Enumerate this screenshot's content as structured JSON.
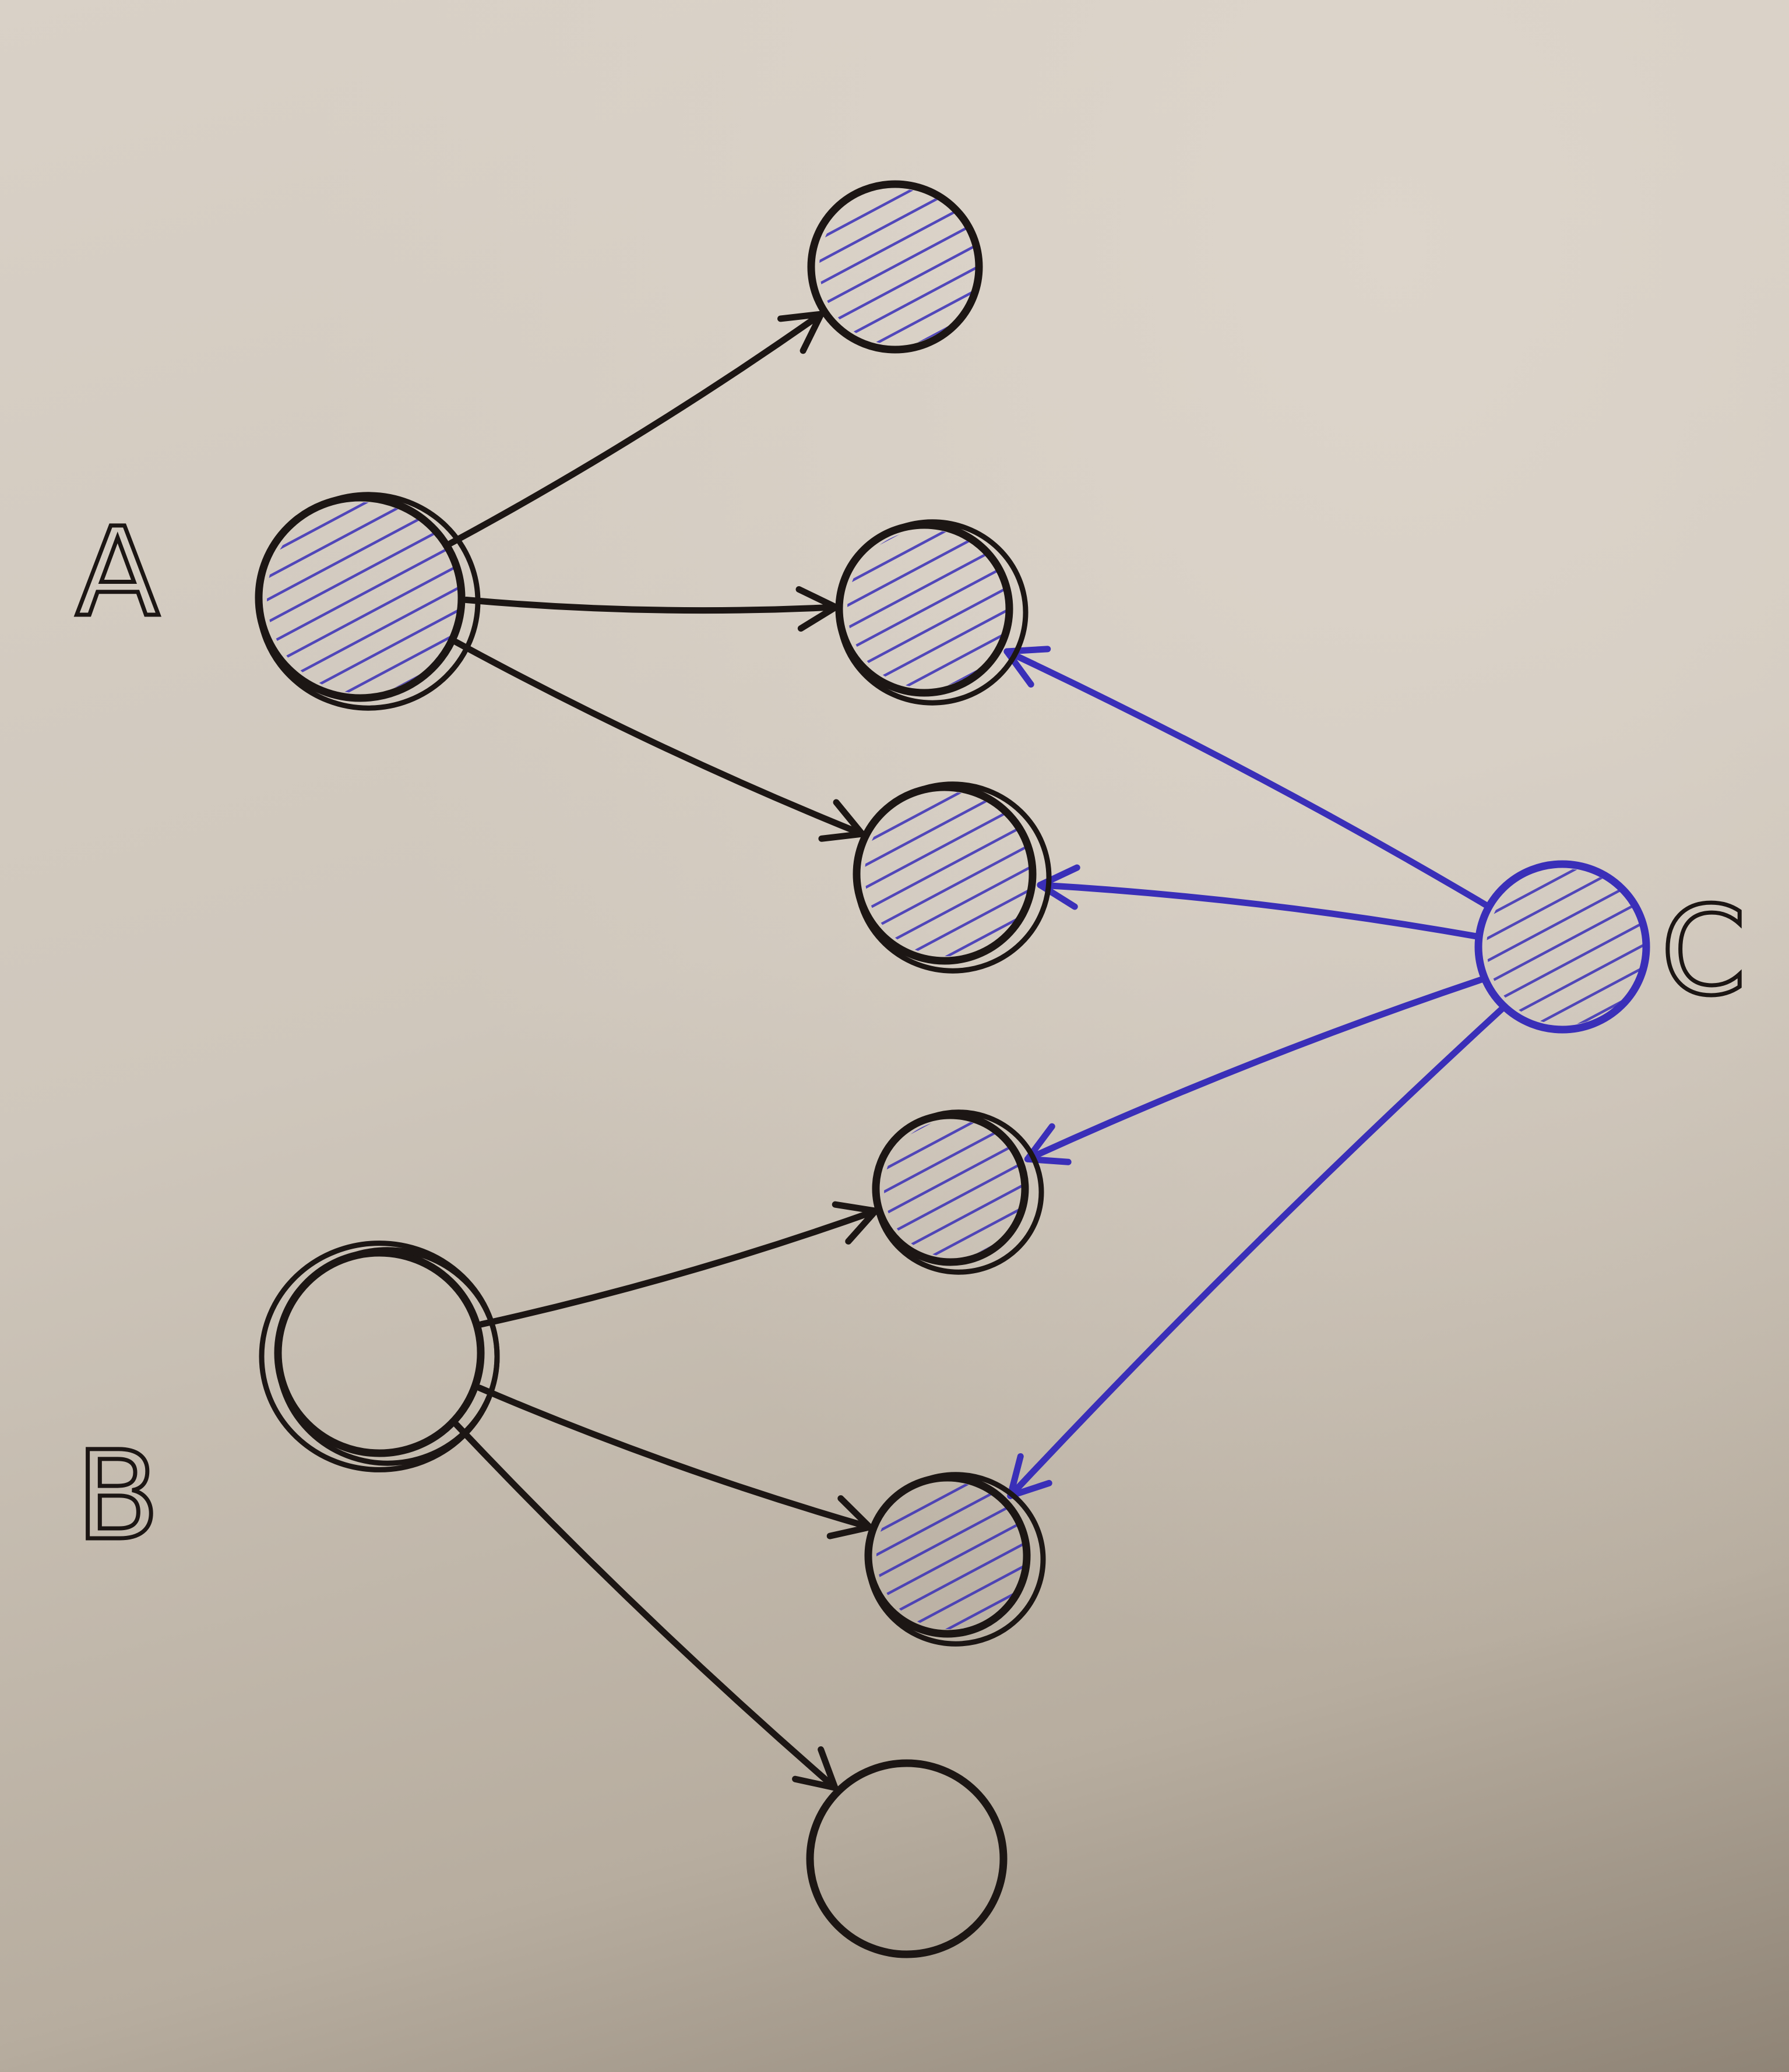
{
  "colors": {
    "ink_black": "#1c1614",
    "ink_blue": "#3a2fb8",
    "paper": "#d3cbc1"
  },
  "nodes": [
    {
      "id": "A",
      "label": "A",
      "filled": true
    },
    {
      "id": "a1",
      "label": "",
      "filled": true
    },
    {
      "id": "a2",
      "label": "",
      "filled": true
    },
    {
      "id": "a3",
      "label": "",
      "filled": true
    },
    {
      "id": "C",
      "label": "C",
      "filled": true
    },
    {
      "id": "b1",
      "label": "",
      "filled": true
    },
    {
      "id": "B",
      "label": "B",
      "filled": false
    },
    {
      "id": "b2",
      "label": "",
      "filled": true
    },
    {
      "id": "b3",
      "label": "",
      "filled": false
    }
  ],
  "edges": [
    {
      "from": "A",
      "to": "a1",
      "ink": "black"
    },
    {
      "from": "A",
      "to": "a2",
      "ink": "black"
    },
    {
      "from": "A",
      "to": "a3",
      "ink": "black"
    },
    {
      "from": "C",
      "to": "a2",
      "ink": "blue"
    },
    {
      "from": "C",
      "to": "a3",
      "ink": "blue"
    },
    {
      "from": "C",
      "to": "b1",
      "ink": "blue"
    },
    {
      "from": "C",
      "to": "b2",
      "ink": "blue"
    },
    {
      "from": "B",
      "to": "b1",
      "ink": "black"
    },
    {
      "from": "B",
      "to": "b2",
      "ink": "black"
    },
    {
      "from": "B",
      "to": "b3",
      "ink": "black"
    }
  ]
}
